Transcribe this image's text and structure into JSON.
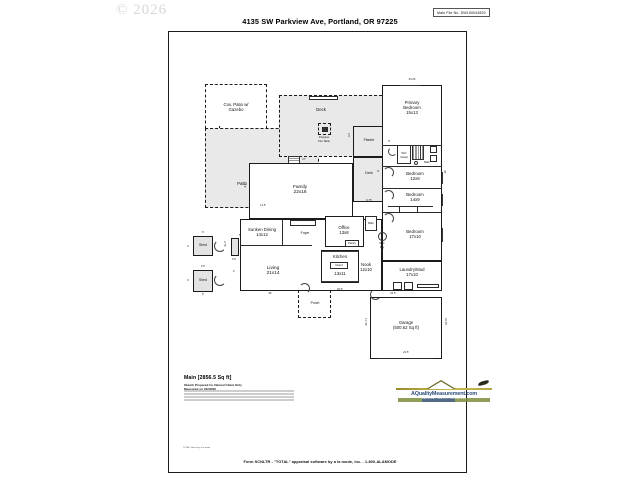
{
  "watermark": "© 2026",
  "header": {
    "address": "4135 SW Parkview Ave, Portland, OR 97225",
    "file_no": "Main File No. DW150043829"
  },
  "summary": {
    "main_label": "Main",
    "main_area": "[2856.5 Sq ft]",
    "line1": "Sketch Prepared for Named Client Only",
    "line2": "Measured on 04/08/20",
    "bottom_note": "TOTAL Sketch by a la mode"
  },
  "logo": {
    "name": "AQualityMeasurement.com",
    "tagline": "MEASURE  •  SKETCH  •  FLOORPLAN"
  },
  "footer": {
    "form_line": "Form SCNLTR - \"TOTAL\" appraisal software by a la mode, inc. - 1-800-ALAMODE"
  },
  "rooms": [
    {
      "id": "cov-patio-gazebo",
      "name": "Cov. Patio w/\nGazebo",
      "line1": "Cov. Patio w/",
      "line2": "Gazebo"
    },
    {
      "id": "patio",
      "name": "Patio",
      "line1": "Patio",
      "line2": ""
    },
    {
      "id": "deck-upper",
      "name": "Deck",
      "line1": "Deck",
      "line2": ""
    },
    {
      "id": "propane-fire-table",
      "name": "Propane Fire Table",
      "line1": "Propane",
      "line2": "Fire Table"
    },
    {
      "id": "planter",
      "name": "Planter",
      "line1": "Planter",
      "line2": ""
    },
    {
      "id": "deck-side",
      "name": "Deck",
      "line1": "Deck",
      "line2": ""
    },
    {
      "id": "primary-bedroom",
      "name": "Primary Bedroom 15x13",
      "line1": "Primary",
      "line2": "Bedroom",
      "line3": "15x13"
    },
    {
      "id": "wic-closet",
      "name": "W/C Closet",
      "line1": "W/C",
      "line2": "Closet"
    },
    {
      "id": "primary-bath",
      "name": "Bath",
      "line1": "Bath",
      "line2": ""
    },
    {
      "id": "bedroom-12x9",
      "name": "Bedroom 12x9",
      "line1": "Bedroom",
      "line2": "12x9"
    },
    {
      "id": "bedroom-14x9",
      "name": "Bedroom 14x9",
      "line1": "Bedroom",
      "line2": "14x9"
    },
    {
      "id": "bedroom-17x10",
      "name": "Bedroom 17x10",
      "line1": "Bedroom",
      "line2": "17x10"
    },
    {
      "id": "family",
      "name": "Family 22x16",
      "line1": "Family",
      "line2": "22x16"
    },
    {
      "id": "sunken-dining",
      "name": "Sunken Dining 14x12",
      "line1": "Sunken Dining",
      "line2": "14x12"
    },
    {
      "id": "foyer",
      "name": "Foyer",
      "line1": "Foyer",
      "line2": ""
    },
    {
      "id": "living",
      "name": "Living 21x14",
      "line1": "Living",
      "line2": "21x14"
    },
    {
      "id": "office",
      "name": "Office 13x8",
      "line1": "Office",
      "line2": "13x8"
    },
    {
      "id": "kitchen",
      "name": "Kitchen 13x11",
      "line1": "Kitchen",
      "line2": "13x11"
    },
    {
      "id": "kitchen-island",
      "name": "Island",
      "line1": "Island",
      "line2": ""
    },
    {
      "id": "nook",
      "name": "Nook 12x10",
      "line1": "Nook",
      "line2": "12x10"
    },
    {
      "id": "laundry-mud",
      "name": "Laundry/Mud 17x10",
      "line1": "Laundry/Mud",
      "line2": "17x10"
    },
    {
      "id": "garage",
      "name": "Garage (500.62 Sq ft)",
      "line1": "Garage",
      "line2": "(500.62 Sq ft)"
    },
    {
      "id": "porch",
      "name": "Porch",
      "line1": "Porch",
      "line2": ""
    },
    {
      "id": "shed-upper",
      "name": "Shed",
      "line1": "Shed",
      "line2": ""
    },
    {
      "id": "shed-lower",
      "name": "Shed",
      "line1": "Shed",
      "line2": ""
    },
    {
      "id": "hall-bath",
      "name": "Bath",
      "line1": "Bath",
      "line2": ""
    },
    {
      "id": "pantry",
      "name": "Pantry",
      "line1": "Pantry",
      "line2": ""
    },
    {
      "id": "wic-dry",
      "name": "W/C Dry",
      "line1": "W/C",
      "line2": "Dry"
    }
  ],
  "dimensions": {
    "primary_top": "34.25",
    "family_top": "27'",
    "patio_bottom": "14.5'",
    "living_bottom": "39'",
    "kitchen_bottom": "20.5'",
    "garage_bottom": "22.5'",
    "laundry_bottom": "22.5'",
    "deck_side": "9.75'",
    "shed_top": "6'",
    "shed_bottom": "6'",
    "shed_left_a": "4'",
    "shed_left_b": "4'",
    "right_tall": "48'",
    "patio_left_v": "14.5'",
    "garage_left_v": "14'.25'",
    "garage_right_v": "22.25'",
    "small_a": "3.5'",
    "small_b": "3.5'",
    "small_c": "2.75'",
    "small_d": "2.5'",
    "small_e": "5'",
    "small_f": "2'",
    "small_g": "8'",
    "small_h": "8'"
  }
}
